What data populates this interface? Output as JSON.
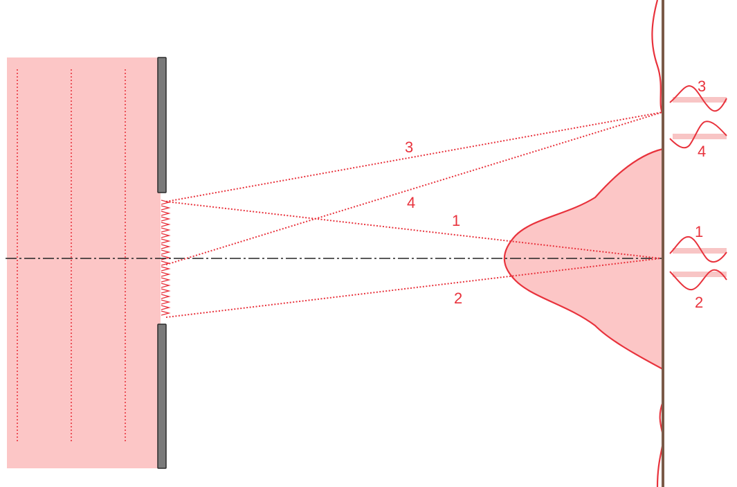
{
  "colors": {
    "beam": "#fcc6c6",
    "ray": "#e8323c",
    "barrier": "#7a7a7a",
    "screen": "#7a5a48",
    "axis": "#222222"
  },
  "ray_labels": [
    "3",
    "4",
    "1",
    "2"
  ],
  "wave_labels": [
    "3",
    "4",
    "1",
    "2"
  ]
}
